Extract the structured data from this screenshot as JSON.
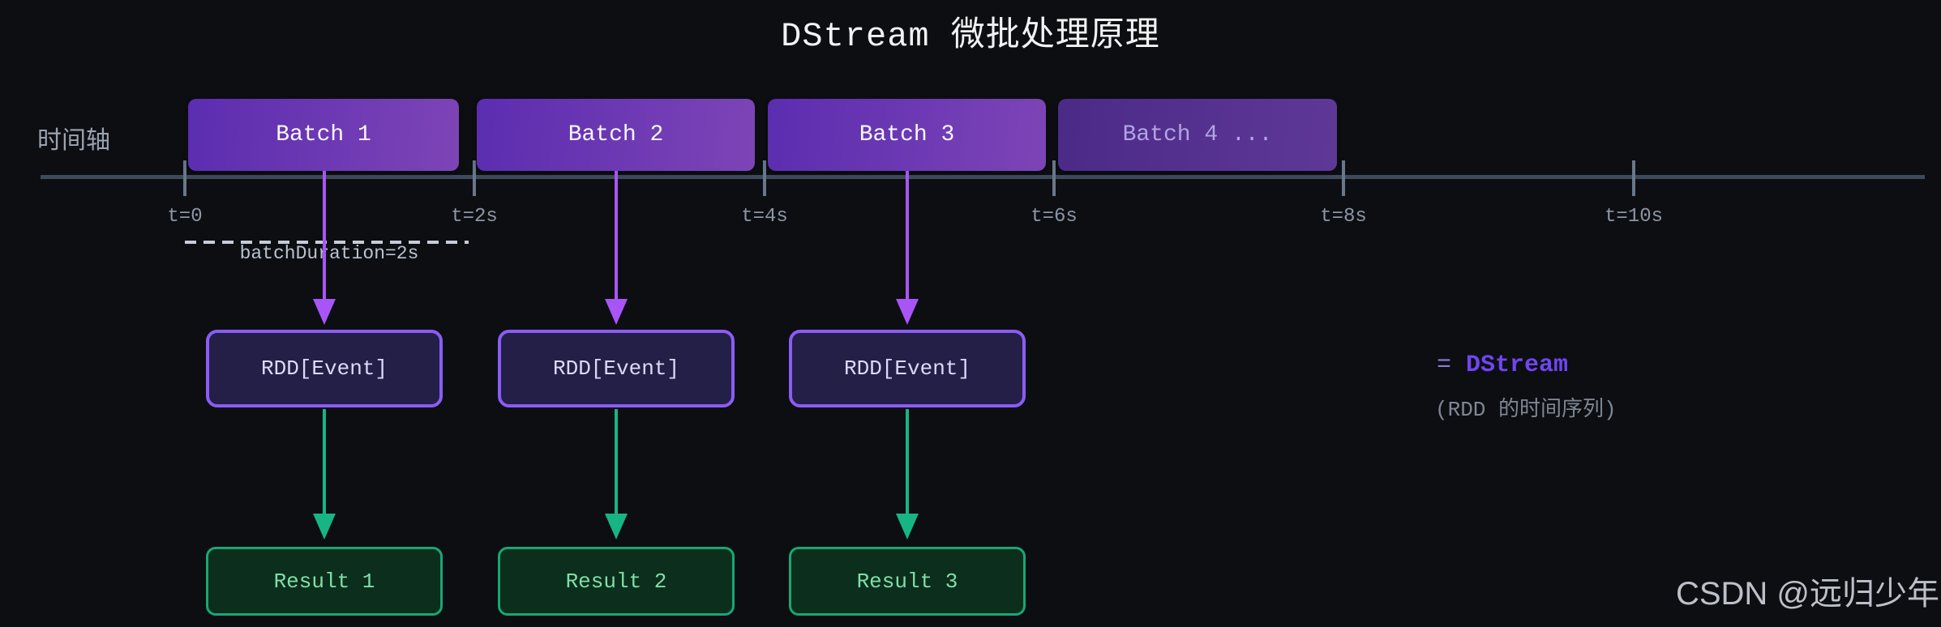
{
  "title": "DStream 微批处理原理",
  "timeline": {
    "axis_label": "时间轴",
    "ticks": [
      "t=0",
      "t=2s",
      "t=4s",
      "t=6s",
      "t=8s",
      "t=10s"
    ],
    "duration_label": "batchDuration=2s"
  },
  "batches": [
    "Batch 1",
    "Batch 2",
    "Batch 3",
    "Batch 4 ..."
  ],
  "columns": [
    {
      "rdd": "RDD[Event]",
      "result": "Result 1"
    },
    {
      "rdd": "RDD[Event]",
      "result": "Result 2"
    },
    {
      "rdd": "RDD[Event]",
      "result": "Result 3"
    }
  ],
  "annotation": {
    "equals": "=",
    "name": "DStream",
    "note": "(RDD 的时间序列)"
  },
  "watermark": "CSDN @远归少年",
  "colors": {
    "background": "#0d0e12",
    "batch_gradient_start": "#5b2db0",
    "batch_gradient_end": "#7d44b6",
    "batch_dimmed_start": "#4b2a87",
    "batch_dimmed_end": "#5f3897",
    "purple_arrow": "#a855f7",
    "green_arrow": "#17b583",
    "rdd_fill": "#241f47",
    "rdd_border": "#8b5cf6",
    "result_fill": "#0c2e1c",
    "result_border": "#17a873",
    "timeline_line": "#3d4a5c",
    "dstream_name": "#6f46f2"
  }
}
